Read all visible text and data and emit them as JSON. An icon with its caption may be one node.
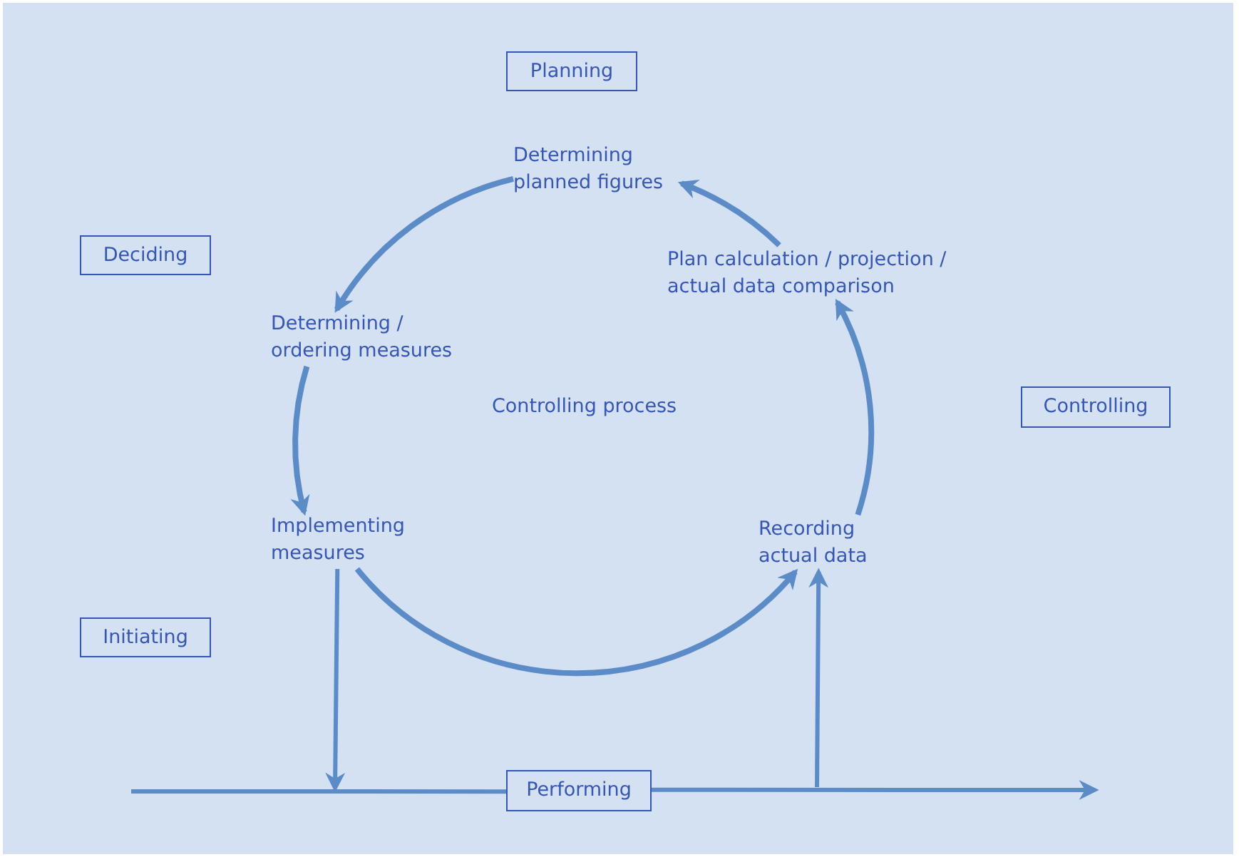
{
  "diagram": {
    "nodes": [
      {
        "text": [
          "Planning"
        ]
      },
      {
        "text": [
          "Determining planned figures"
        ]
      },
      {
        "text": [
          "Deciding"
        ]
      },
      {
        "text": [
          "Plan calculation / projection / actual data comparison"
        ]
      },
      {
        "text": [
          "Determining / ordering measures"
        ]
      },
      {
        "text": [
          "Controlling"
        ]
      },
      {
        "text": [
          "Implementing measures"
        ]
      },
      {
        "text": [
          "Recording actual data"
        ]
      },
      {
        "text": [
          "Initiating"
        ]
      },
      {
        "text": [
          "Performing"
        ]
      }
    ],
    "edges": [
      {
        "from": 1,
        "to": 4,
        "arrow": "to"
      },
      {
        "from": 4,
        "to": 6,
        "arrow": "to"
      },
      {
        "from": 6,
        "to": 7,
        "arrow": "to"
      },
      {
        "from": 7,
        "to": 3,
        "arrow": "to"
      },
      {
        "from": 3,
        "to": 1,
        "arrow": "to"
      },
      {
        "from": 6,
        "to": null,
        "arrow": "to"
      },
      {
        "from": null,
        "to": 7,
        "arrow": "to"
      },
      {
        "from": null,
        "to": 9,
        "arrow": "none"
      },
      {
        "from": 9,
        "to": null,
        "arrow": "to"
      }
    ],
    "labels": [
      "Controlling process"
    ]
  }
}
